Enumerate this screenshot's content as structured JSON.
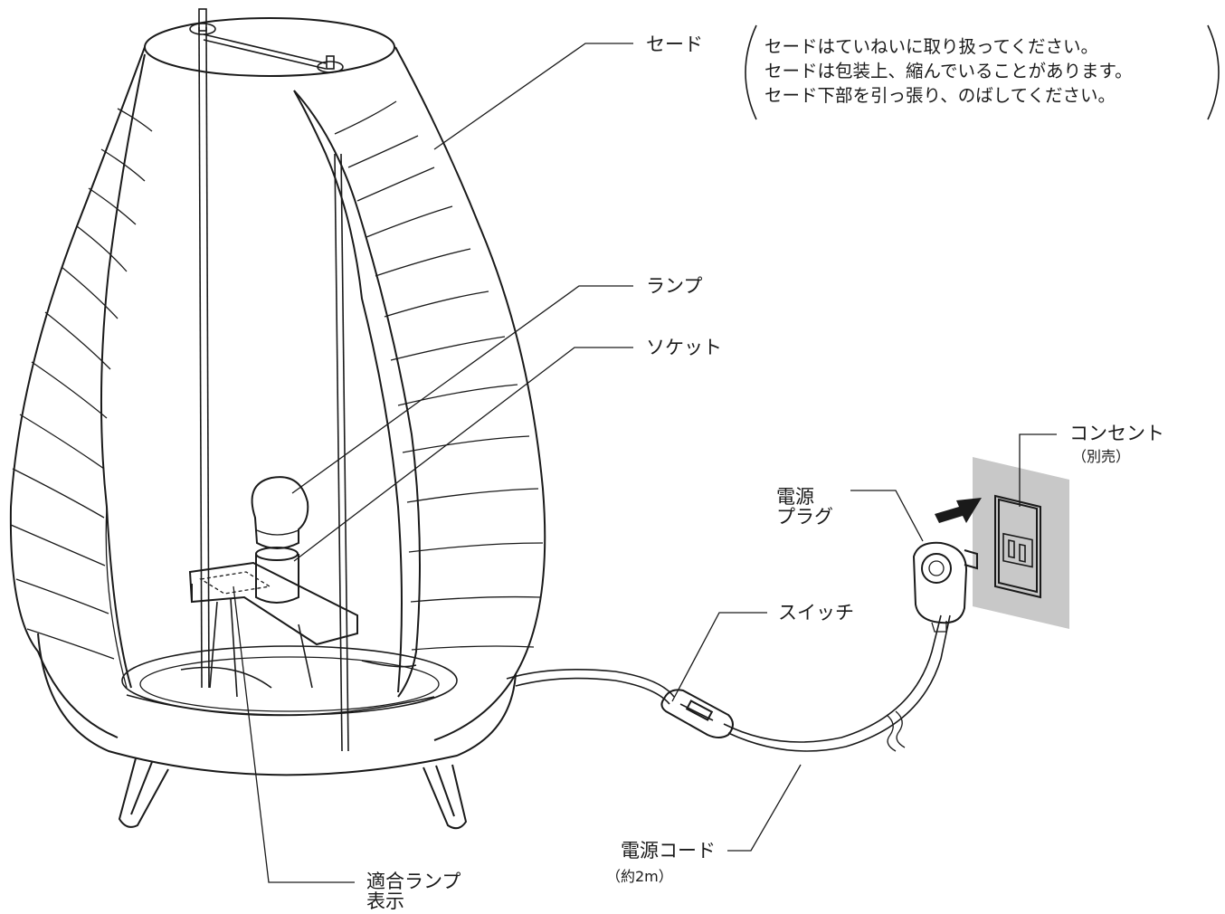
{
  "labels": {
    "shade": "セード",
    "lamp": "ランプ",
    "socket": "ソケット",
    "outlet": "コンセント",
    "outlet_note": "（別売）",
    "plug_line1": "電源",
    "plug_line2": "プラグ",
    "switch": "スイッチ",
    "cord": "電源コード",
    "cord_note": "（約2m）",
    "compat_line1": "適合ランプ",
    "compat_line2": "表示"
  },
  "shade_note": {
    "lines": [
      "セードはていねいに取り扱ってください。",
      "セードは包装上、縮んでいることがあります。",
      "セード下部を引っ張り、のばしてください。"
    ]
  },
  "colors": {
    "ink": "#1a1a1a",
    "wall_plate": "#c8c8c8",
    "background": "#ffffff"
  }
}
